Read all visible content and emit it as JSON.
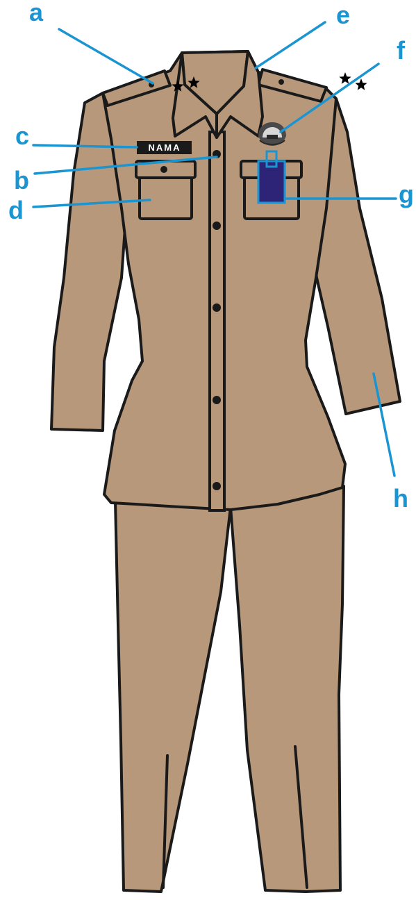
{
  "colors": {
    "fabric": "#b7987a",
    "outline": "#1a1a1a",
    "callout": "#1b94d2",
    "id_card": "#2d2478",
    "name_tag": "#1a1a1a"
  },
  "name_tag_text": "NAMA",
  "labels": {
    "a": "a",
    "b": "b",
    "c": "c",
    "d": "d",
    "e": "e",
    "f": "f",
    "g": "g",
    "h": "h"
  }
}
